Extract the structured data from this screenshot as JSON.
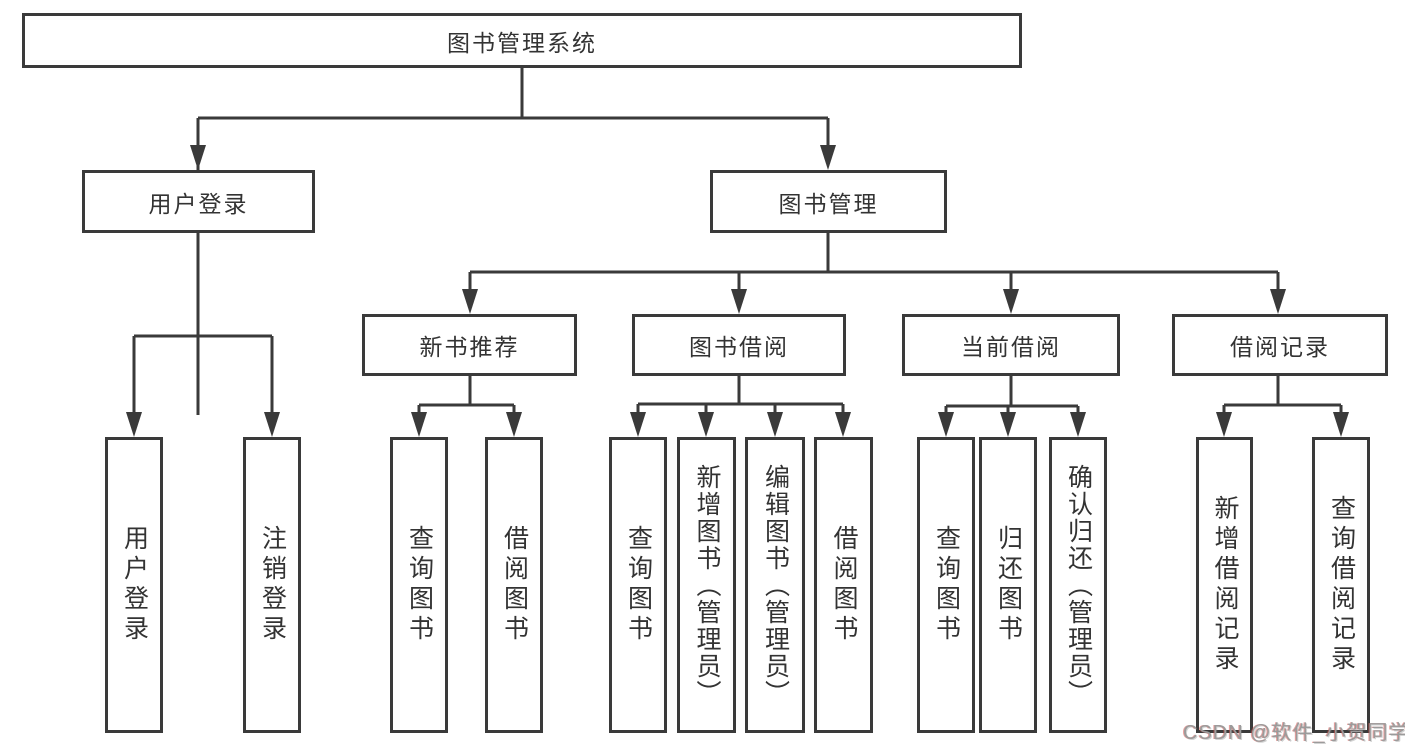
{
  "diagram": {
    "title": "图书管理系统",
    "nodes": {
      "root": {
        "label": "图书管理系统"
      },
      "level2": [
        {
          "label": "用户登录"
        },
        {
          "label": "图书管理"
        }
      ],
      "level3": [
        {
          "label": "新书推荐",
          "parent": "图书管理"
        },
        {
          "label": "图书借阅",
          "parent": "图书管理"
        },
        {
          "label": "当前借阅",
          "parent": "图书管理"
        },
        {
          "label": "借阅记录",
          "parent": "图书管理"
        }
      ],
      "leaves": [
        {
          "label": "用户登录",
          "parent": "用户登录"
        },
        {
          "label": "注销登录",
          "parent": "用户登录"
        },
        {
          "label": "查询图书",
          "parent": "新书推荐"
        },
        {
          "label": "借阅图书",
          "parent": "新书推荐"
        },
        {
          "label": "查询图书",
          "parent": "图书借阅"
        },
        {
          "label": "新增图书（管理员）",
          "parent": "图书借阅"
        },
        {
          "label": "编辑图书（管理员）",
          "parent": "图书借阅"
        },
        {
          "label": "借阅图书",
          "parent": "图书借阅"
        },
        {
          "label": "查询图书",
          "parent": "当前借阅"
        },
        {
          "label": "归还图书",
          "parent": "当前借阅"
        },
        {
          "label": "确认归还（管理员）",
          "parent": "当前借阅"
        },
        {
          "label": "新增借阅记录",
          "parent": "借阅记录"
        },
        {
          "label": "查询借阅记录",
          "parent": "借阅记录"
        }
      ]
    },
    "colors": {
      "line": "#3a3a3a",
      "box_border": "#3a3a3a",
      "box_fill": "#ffffff",
      "text": "#333333",
      "background": "#ffffff",
      "watermark": "#9b9b9b"
    }
  },
  "watermark": {
    "text": "CSDN @软件_小贺同学"
  }
}
